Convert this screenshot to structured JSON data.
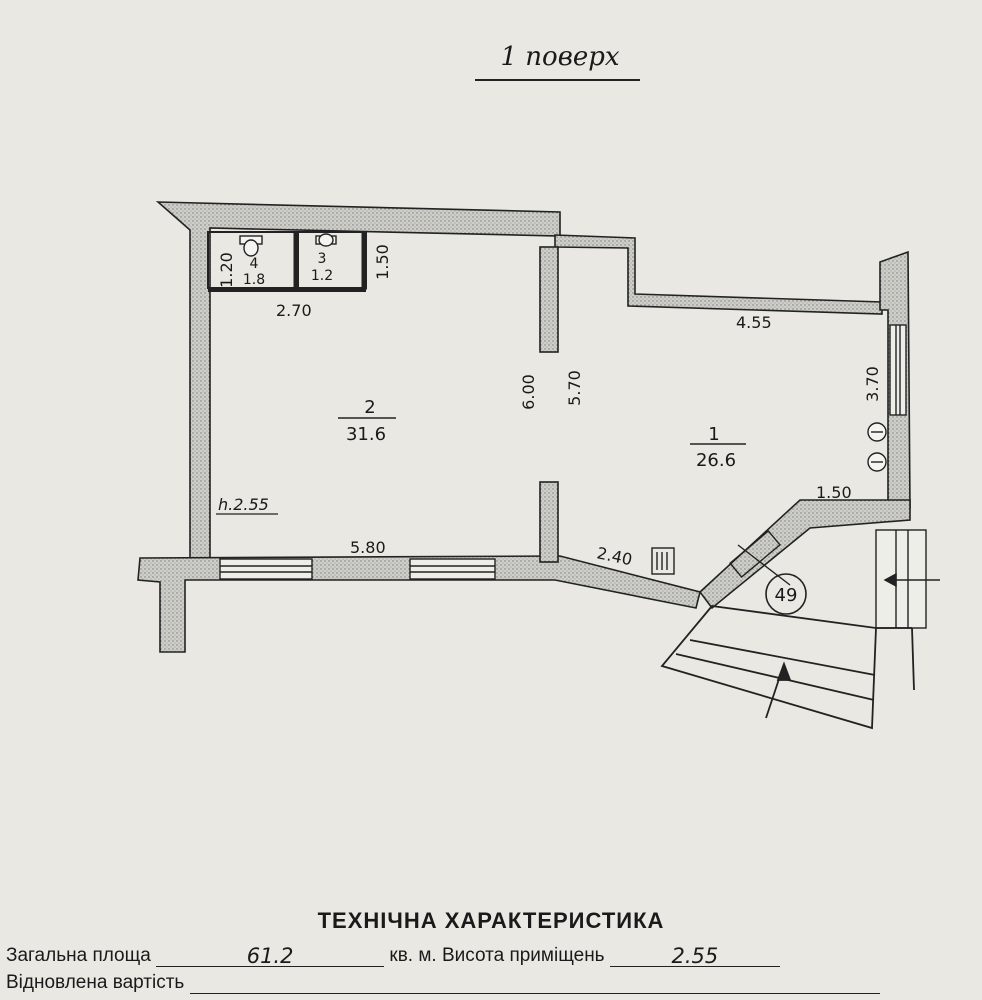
{
  "floor_title": "1 поверх",
  "rooms": [
    {
      "number": "1",
      "area": "26.6"
    },
    {
      "number": "2",
      "area": "31.6"
    },
    {
      "number": "3",
      "area": "1.2"
    },
    {
      "number": "4",
      "area": "1.8"
    }
  ],
  "dimensions": {
    "wc_height": "1.20",
    "wc_width": "1.50",
    "hall_width": "2.70",
    "room1_top": "4.55",
    "wall_height_left": "6.00",
    "wall_height_right": "5.70",
    "room1_right": "3.70",
    "room1_notch": "1.50",
    "room2_bottom": "5.80",
    "room1_bottom": "2.40",
    "ceiling_height": "h.2.55"
  },
  "building_number": "49",
  "tech": {
    "title": "ТЕХНІЧНА ХАРАКТЕРИСТИКА",
    "total_area_label": "Загальна площа",
    "total_area_value": "61.2",
    "units": "кв. м.",
    "height_label": "Висота приміщень",
    "height_value": "2.55",
    "cost_label": "Відновлена вартість"
  }
}
